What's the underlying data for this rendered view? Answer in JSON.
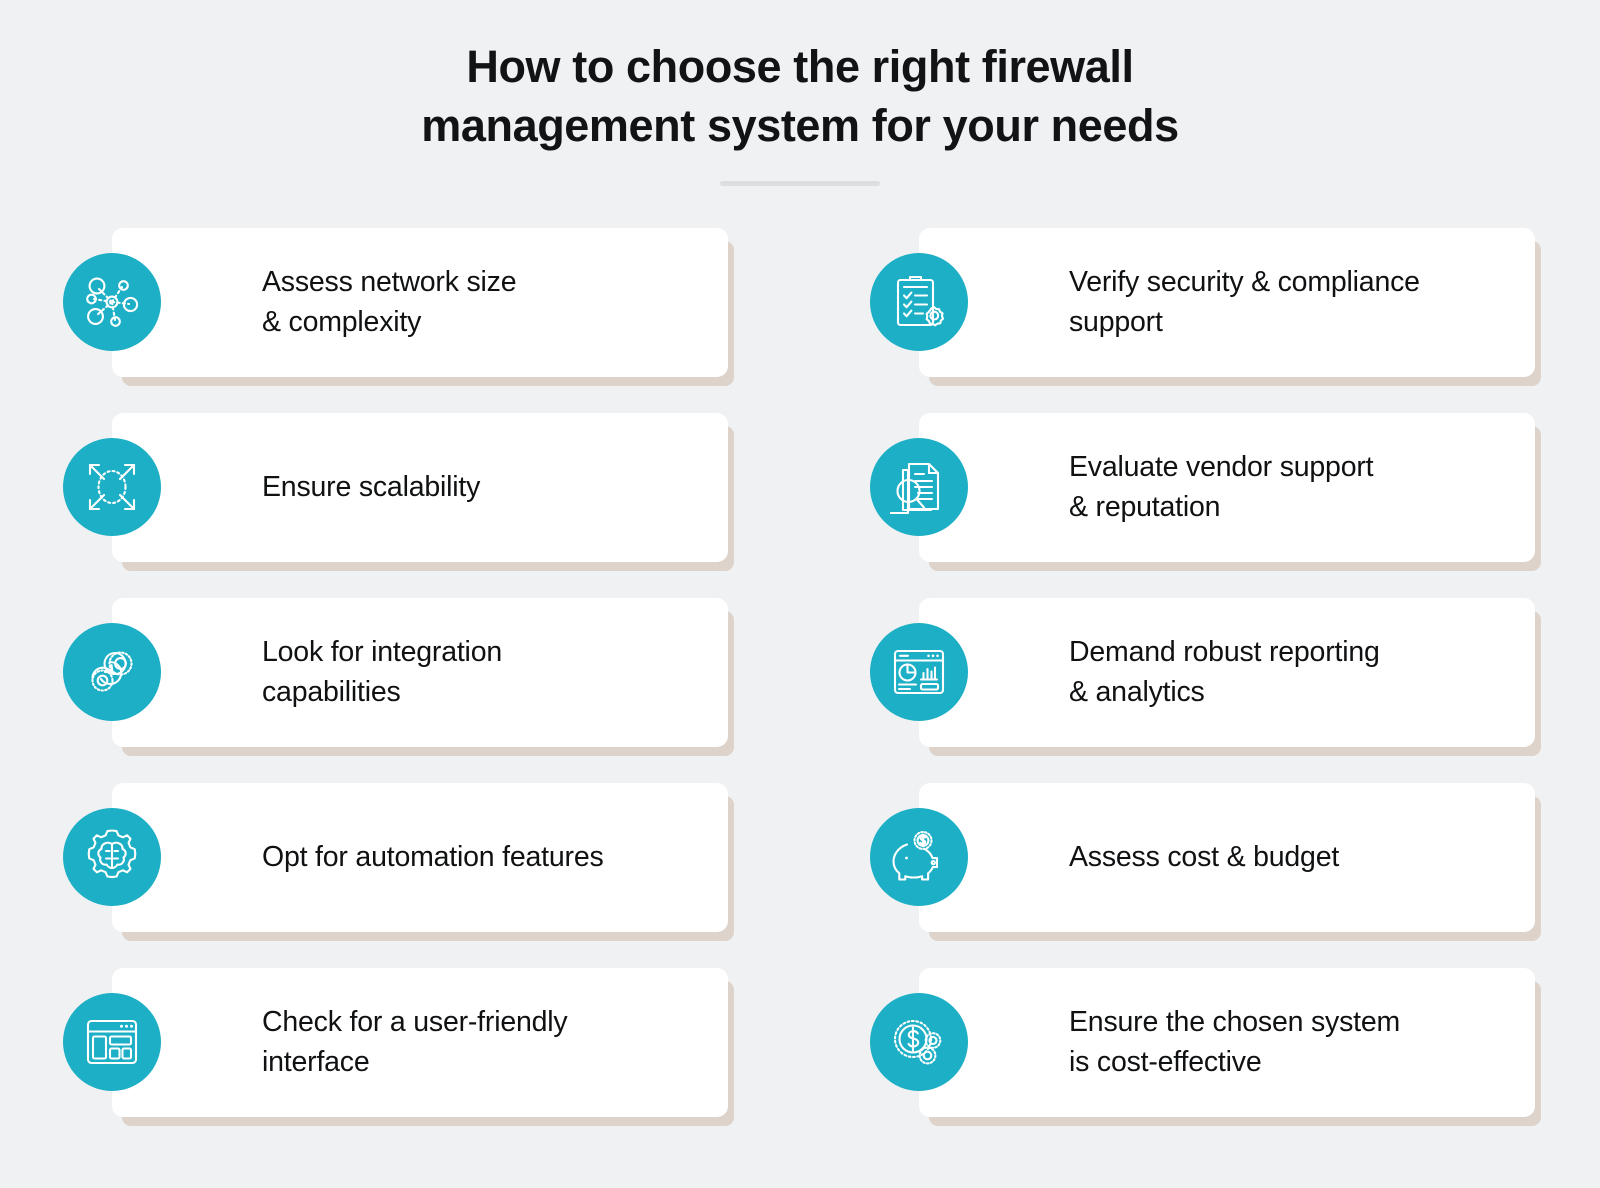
{
  "header": {
    "title_line_1": "How to choose the right firewall",
    "title_line_2": "management system for your needs"
  },
  "theme": {
    "background": "#eff1f2",
    "accent": "#1cafc5",
    "card_background": "#ffffff",
    "text": "#0f1113",
    "shadow": "#cdbaac",
    "divider": "#dcdedf"
  },
  "cards": [
    {
      "id": 1,
      "column": "left",
      "row": 1,
      "text": "Assess network size\n& complexity",
      "icon": "network-nodes-icon"
    },
    {
      "id": 2,
      "column": "right",
      "row": 1,
      "text": "Verify security & compliance\nsupport",
      "icon": "clipboard-checklist-seal-icon"
    },
    {
      "id": 3,
      "column": "left",
      "row": 2,
      "text": "Ensure scalability",
      "icon": "expand-arrows-icon"
    },
    {
      "id": 4,
      "column": "right",
      "row": 2,
      "text": "Evaluate vendor support\n& reputation",
      "icon": "magnifier-documents-icon"
    },
    {
      "id": 5,
      "column": "left",
      "row": 3,
      "text": "Look for integration\ncapabilities",
      "icon": "linked-gears-icon"
    },
    {
      "id": 6,
      "column": "right",
      "row": 3,
      "text": "Demand robust reporting\n& analytics",
      "icon": "dashboard-charts-icon"
    },
    {
      "id": 7,
      "column": "left",
      "row": 4,
      "text": "Opt for automation features",
      "icon": "brain-gear-icon"
    },
    {
      "id": 8,
      "column": "right",
      "row": 4,
      "text": "Assess cost & budget",
      "icon": "piggy-bank-icon"
    },
    {
      "id": 9,
      "column": "left",
      "row": 5,
      "text": "Check for a user-friendly\ninterface",
      "icon": "browser-layout-icon"
    },
    {
      "id": 10,
      "column": "right",
      "row": 5,
      "text": "Ensure the chosen system\nis cost-effective",
      "icon": "dollar-gears-icon"
    }
  ]
}
